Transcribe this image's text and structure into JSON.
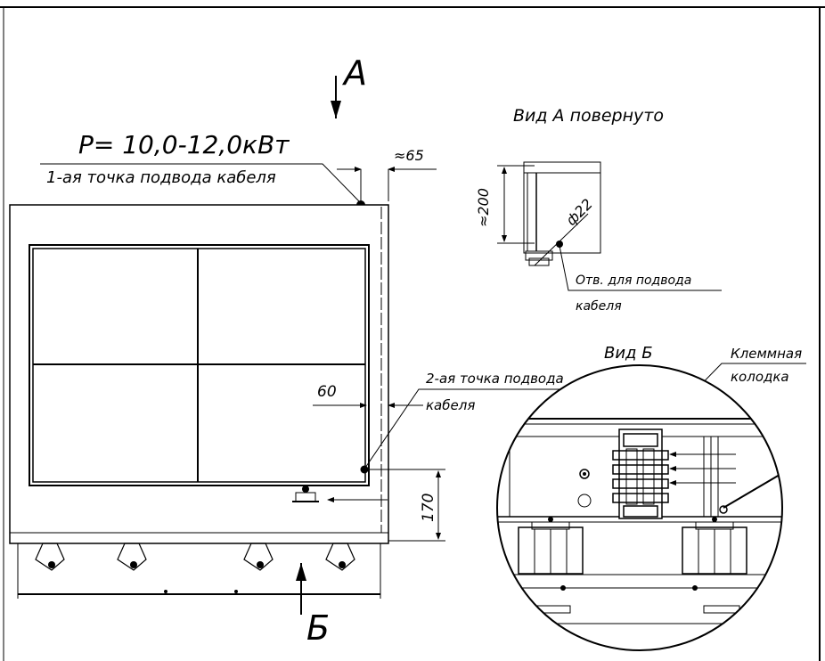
{
  "labels": {
    "view_a_arrow": "А",
    "power": "P= 10,0-12,0кВт",
    "cable_point_1": "1-ая точка подвода кабеля",
    "dim_65": "≈65",
    "dim_60": "60",
    "cable_point_2_line1": "2-ая точка подвода",
    "cable_point_2_line2": "кабеля",
    "dim_170": "170",
    "view_b_arrow": "Б",
    "view_a_title": "Вид А повернуто",
    "dim_200": "≈200",
    "hole_diameter": "ф22",
    "hole_label_line1": "Отв. для подвода",
    "hole_label_line2": "кабеля",
    "view_b_title": "Вид Б",
    "terminal_line1": "Клеммная",
    "terminal_line2": "колодка"
  },
  "colors": {
    "line": "#000000",
    "background": "#ffffff",
    "shade": "#e6e6e6"
  }
}
